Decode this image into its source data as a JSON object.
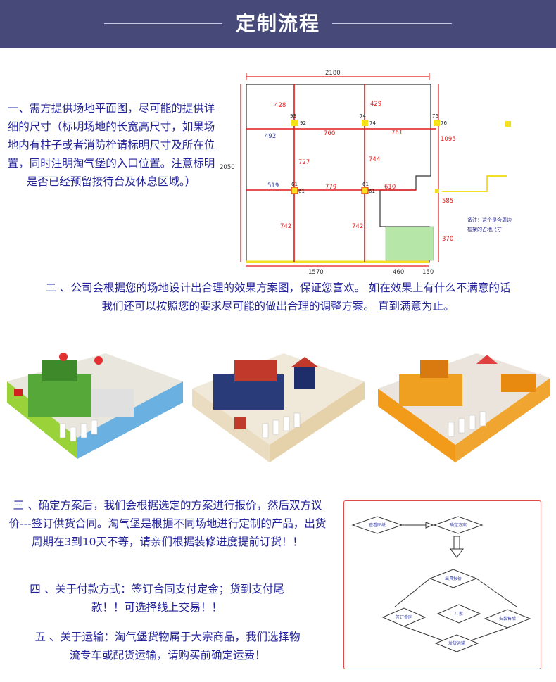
{
  "header": {
    "title": "定制流程"
  },
  "steps": {
    "s1": {
      "text": "一、需方提供场地平面图，尽可能的提供详细的尺寸（标明场地的长宽高尺寸，如果场地内有柱子或者消防栓请标明尺寸及所在位置，同时注明淘气堡的入口位置。注意标明是否已经预留接待台及休息区域。）"
    },
    "s2": {
      "line1": "二 、公司会根据您的场地设计出合理的效果方案图，保证您喜欢。 如在效果上有什么不满意的话",
      "line2": "我们还可以按照您的要求尽可能的做出合理的调整方案。 直到满意为止。"
    },
    "s3": {
      "text": "三 、确定方案后，我们会根据选定的方案进行报价，然后双方议价---签订供货合同。淘气堡是根据不同场地进行定制的产品，出货周期在3到10天不等，请亲们根据装修进度提前订货！！"
    },
    "s4": {
      "line1": "四 、关于付款方式：签订合同支付定金；货到支付尾",
      "line2": "款！！可选择线上交易！！"
    },
    "s5": {
      "line1": "五 、关于运输：淘气堡货物属于大宗商品，我们选择物",
      "line2": "流专车或配货运输，请购买前确定运费！"
    }
  },
  "floorplan": {
    "dims": {
      "top": "2180",
      "left": "2050",
      "bottom_a": "1570",
      "bottom_b": "460",
      "bottom_c": "150",
      "r_1095": "1095",
      "r_585": "585",
      "r_370": "370",
      "c_428": "428",
      "c_429": "429",
      "c_492": "492",
      "c_760": "760",
      "c_761": "761",
      "c_727": "727",
      "c_744": "744",
      "c_519": "519",
      "c_779": "779",
      "c_610": "610",
      "c_742a": "742",
      "c_742b": "742",
      "p_93": "93",
      "p_92": "92",
      "p_74a": "74",
      "p_74b": "74",
      "p_76a": "76",
      "p_76b": "76",
      "p_61a": "61",
      "p_61b": "61",
      "p_61c": "61",
      "p_61d": "61"
    },
    "note_line1": "备注：这个是含周边",
    "note_line2": "框架的占地尺寸"
  },
  "flowchart": {
    "n1": "查看图纸",
    "n2": "确定方案",
    "n3": "出具报价",
    "n4": "签订合同",
    "n5": "厂家",
    "n6": "安装售后",
    "n7": "发货运输"
  },
  "colors": {
    "header_bg": "#474a78",
    "text_blue": "#23239a",
    "dim_red": "#e01818",
    "frame_red": "#d94a4a"
  }
}
